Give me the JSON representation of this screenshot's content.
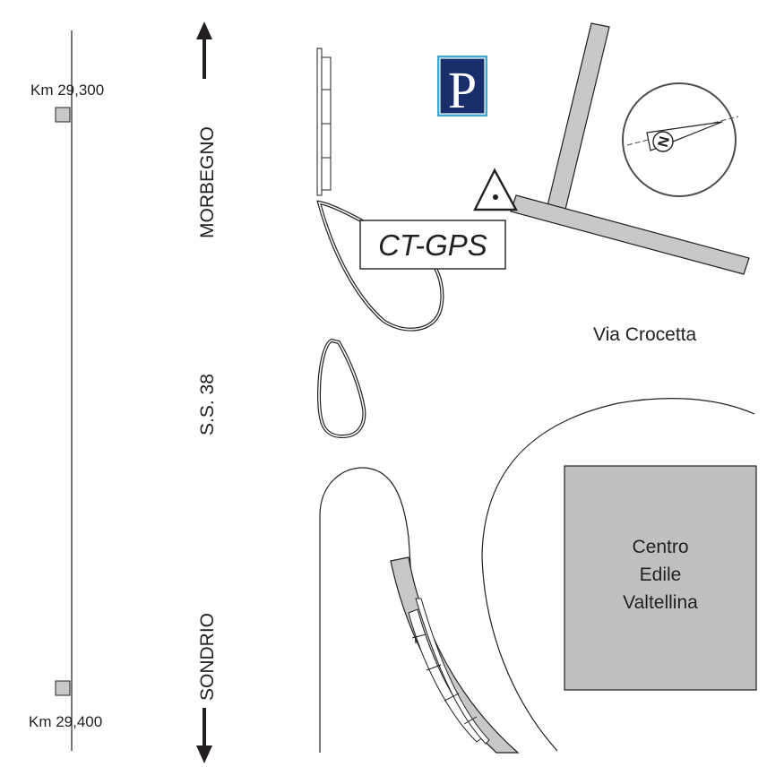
{
  "map": {
    "km_start": "Km 29,300",
    "km_end": "Km 29,400",
    "direction_north": "MORBEGNO",
    "direction_south": "SONDRIO",
    "road_name": "S.S. 38",
    "station_label": "CT-GPS",
    "street_name": "Via Crocetta",
    "building_line1": "Centro",
    "building_line2": "Edile",
    "building_line3": "Valtellina",
    "parking_letter": "P",
    "compass_letter": "N"
  },
  "colors": {
    "line": "#231f20",
    "road_fill": "#c8c8c8",
    "building_fill": "#c0c0c0",
    "parking_bg": "#1a2d6b",
    "parking_border": "#3fa9c9",
    "compass_ring": "#4d4d4d"
  },
  "icons": [
    "parking-icon",
    "compass-icon",
    "gps-station-icon",
    "arrow-up-icon",
    "arrow-down-icon"
  ]
}
